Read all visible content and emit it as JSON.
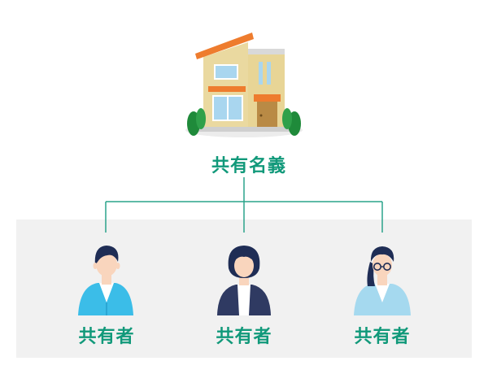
{
  "root": {
    "label": "共有名義",
    "icon": "house-icon"
  },
  "members": [
    {
      "label": "共有者",
      "icon": "man-icon",
      "jacket_color": "#3bbde8"
    },
    {
      "label": "共有者",
      "icon": "woman-icon",
      "jacket_color": "#2f3a62"
    },
    {
      "label": "共有者",
      "icon": "woman-glasses-icon",
      "jacket_color": "#a5d9ef"
    }
  ],
  "colors": {
    "accent": "#11997a",
    "panel": "#f1f1f1",
    "line": "#2aa38a"
  }
}
